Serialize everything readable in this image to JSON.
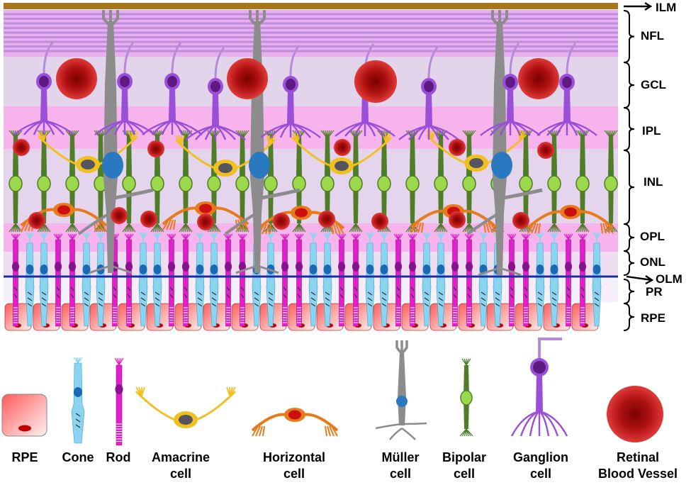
{
  "layers": [
    {
      "abbr": "ILM"
    },
    {
      "abbr": "NFL"
    },
    {
      "abbr": "GCL"
    },
    {
      "abbr": "IPL"
    },
    {
      "abbr": "INL"
    },
    {
      "abbr": "OPL"
    },
    {
      "abbr": "ONL"
    },
    {
      "abbr": "OLM"
    },
    {
      "abbr": "PR"
    },
    {
      "abbr": "RPE"
    }
  ],
  "legend": [
    {
      "line1": "RPE",
      "line2": ""
    },
    {
      "line1": "Cone",
      "line2": ""
    },
    {
      "line1": "Rod",
      "line2": ""
    },
    {
      "line1": "Amacrine",
      "line2": "cell"
    },
    {
      "line1": "Horizontal",
      "line2": "cell"
    },
    {
      "line1": "Müller",
      "line2": "cell"
    },
    {
      "line1": "Bipolar",
      "line2": "cell"
    },
    {
      "line1": "Ganglion",
      "line2": "cell"
    },
    {
      "line1": "Retinal",
      "line2": "Blood Vessel"
    }
  ],
  "colors": {
    "ilm": "#a8761a",
    "nfl_band": "#e9aef0",
    "nfl_fiber": "#b68ad8",
    "gcl_band": "#e2d4ea",
    "ipl_band": "#f7b3ec",
    "inl_band": "#e4d4ec",
    "opl_band": "#f7b3ec",
    "onl_band": "#eedcf0",
    "olm_line": "#1a2fa0",
    "rpe_cell": "#f0343a",
    "ganglion": "#9a4fd8",
    "ganglion_nucleus": "#5e1a80",
    "bipolar": "#4f7d2a",
    "bipolar_nucleus": "#9bd94a",
    "amacrine": "#f0c020",
    "horizontal": "#e87a1c",
    "horizontal_nucleus": "#cc1010",
    "muller": "#8c8c8c",
    "muller_nucleus": "#2a78c0",
    "cone": "#8ad4f0",
    "cone_nucleus": "#1a6ab8",
    "rod": "#e020c8",
    "rod_nucleus": "#8a1090",
    "blood_vessel": "#a01010"
  }
}
